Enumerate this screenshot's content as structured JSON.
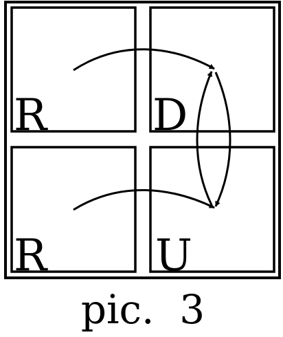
{
  "grid": {
    "rows": 2,
    "cols": 2,
    "cells": [
      {
        "letter": "R"
      },
      {
        "letter": "D"
      },
      {
        "letter": "R"
      },
      {
        "letter": "U"
      }
    ]
  },
  "arrows": [
    {
      "from": "top-left",
      "to": "top-right"
    },
    {
      "from": "bottom-left",
      "to": "bottom-right"
    },
    {
      "from": "top-right",
      "to": "bottom-right"
    },
    {
      "from": "bottom-right",
      "to": "top-right"
    }
  ],
  "caption": "pic.  3"
}
